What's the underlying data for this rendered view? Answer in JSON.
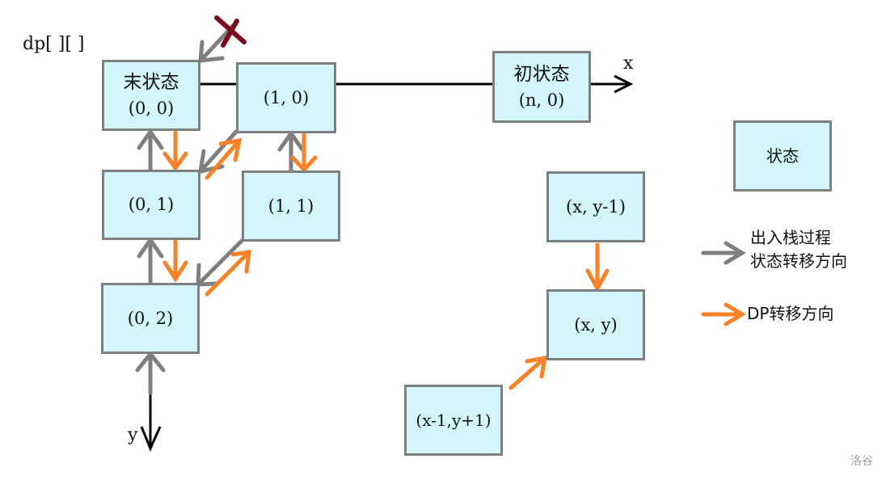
{
  "title": "dp[ ][ ]",
  "axes": {
    "x_label": "x",
    "y_label": "y"
  },
  "nodes": {
    "end_state": {
      "title": "末状态",
      "coord": "(0, 0)"
    },
    "n10": {
      "coord": "(1, 0)"
    },
    "start_state": {
      "title": "初状态",
      "coord": "(n, 0)"
    },
    "n01": {
      "coord": "(0, 1)"
    },
    "n11": {
      "coord": "(1, 1)"
    },
    "n02": {
      "coord": "(0, 2)"
    },
    "legend_state": {
      "title": "状态"
    },
    "xy_up": {
      "coord": "(x, y-1)"
    },
    "xy": {
      "coord": "(x, y)"
    },
    "xy_diag": {
      "coord": "(x-1,y+1)"
    }
  },
  "legend": {
    "gray_line1": "出入栈过程",
    "gray_line2": "状态转移方向",
    "orange": "DP转移方向",
    "colors": {
      "gray": "#7f7f7f",
      "orange": "#f98128",
      "cross": "#7a0d1c",
      "node_fill": "#d3f5fc"
    }
  },
  "watermark": "洛谷"
}
